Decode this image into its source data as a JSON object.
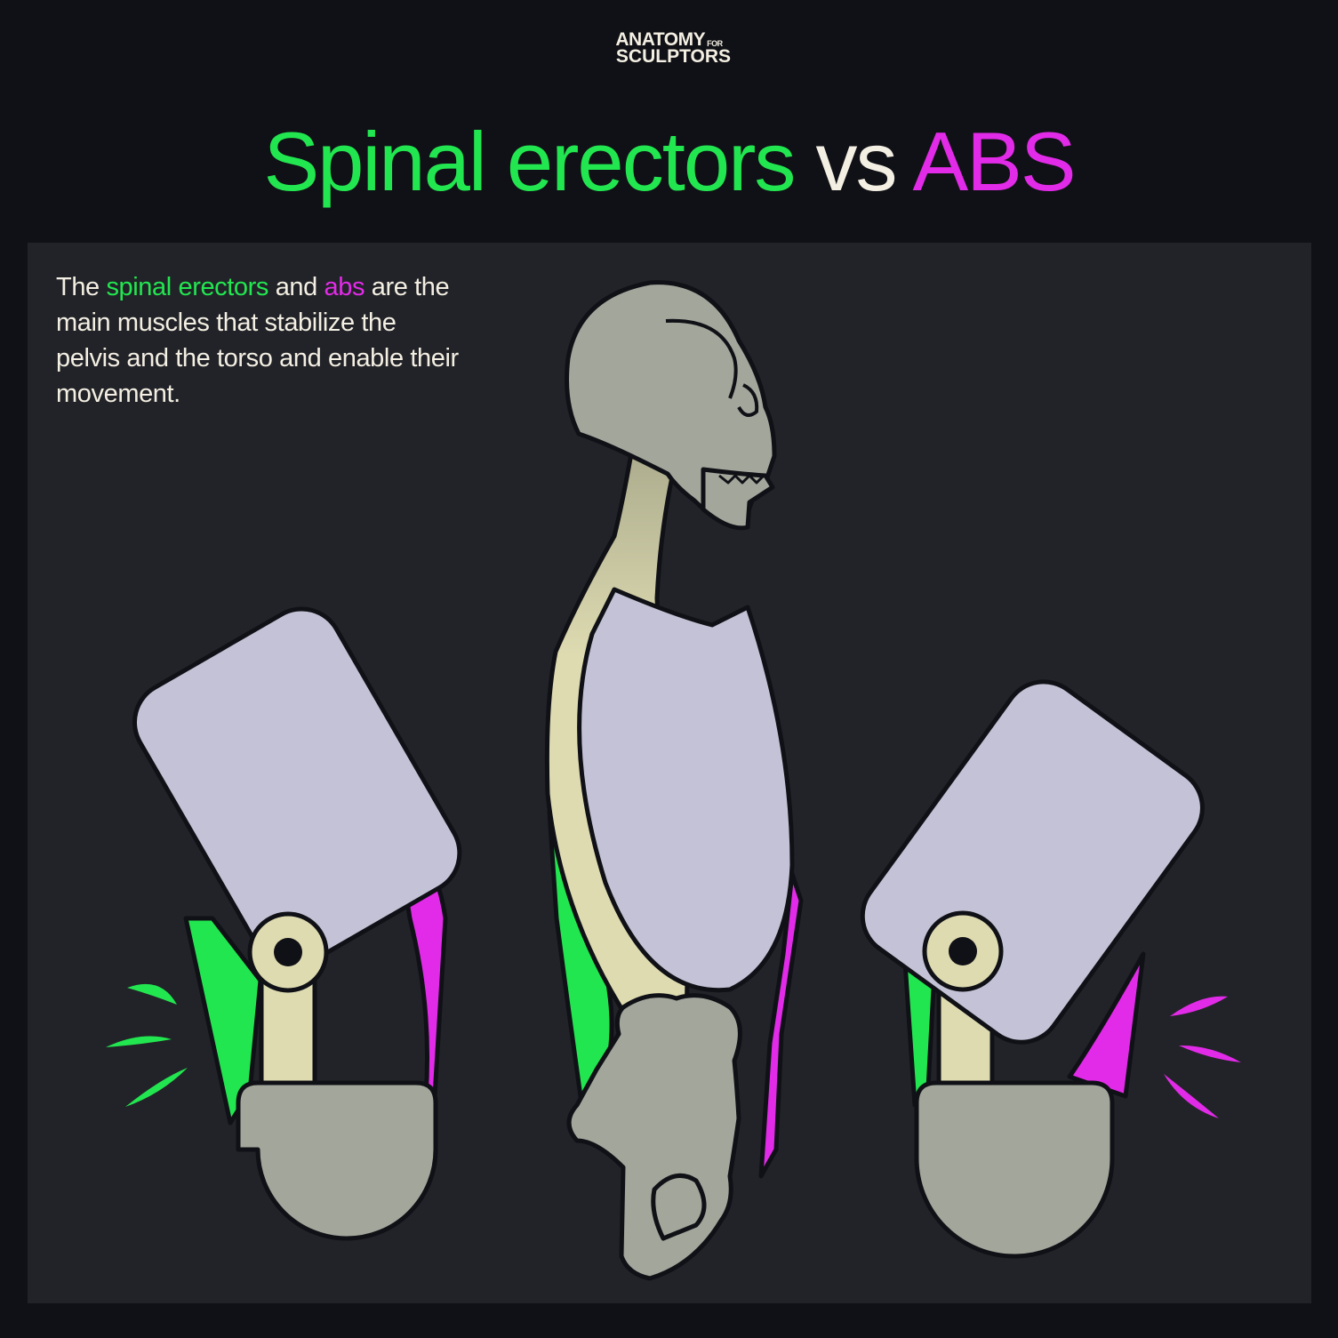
{
  "logo": {
    "line1": "ANATOMY",
    "line1_small": "FOR",
    "line2": "SCULPTORS"
  },
  "title": {
    "part1": "Spinal erectors",
    "part2": " vs ",
    "part3": "ABS"
  },
  "caption": {
    "t1": "The ",
    "t2": "spinal erectors",
    "t3": " and ",
    "t4": "abs",
    "t5": " are the main muscles that stabilize the pelvis and the torso and enable their movement."
  },
  "colors": {
    "background": "#101116",
    "panel": "#222328",
    "spinal_erectors": "#22e650",
    "abs": "#e22be8",
    "text": "#f4efe3",
    "torso": "#c4c2d6",
    "bone": "#dedbb1",
    "pelvis": "#a2a69b"
  },
  "icons": {
    "left_figure": "spine-flexion-icon",
    "center_figure": "skeleton-side-icon",
    "right_figure": "spine-extension-icon"
  }
}
